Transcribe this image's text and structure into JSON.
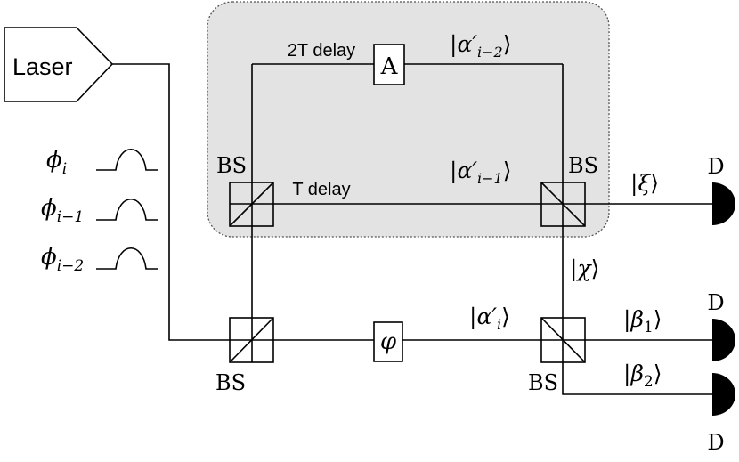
{
  "diagram": {
    "laser": "Laser",
    "pulses": [
      {
        "sym": "ϕ",
        "sub": "i"
      },
      {
        "sym": "ϕ",
        "sub": "i−1"
      },
      {
        "sym": "ϕ",
        "sub": "i−2"
      }
    ],
    "delay_2t": "2T delay",
    "delay_t": "T delay",
    "attenuator": "A",
    "phase": "φ",
    "bs": "BS",
    "detector": "D",
    "states": {
      "alpha_i2": {
        "sym": "α′",
        "sub": "i−2"
      },
      "alpha_i1": {
        "sym": "α′",
        "sub": "i−1"
      },
      "alpha_i": {
        "sym": "α′",
        "sub": "i"
      },
      "xi": "ξ",
      "chi": "χ",
      "beta1": {
        "sym": "β",
        "sub": "1"
      },
      "beta2": {
        "sym": "β",
        "sub": "2"
      }
    }
  }
}
